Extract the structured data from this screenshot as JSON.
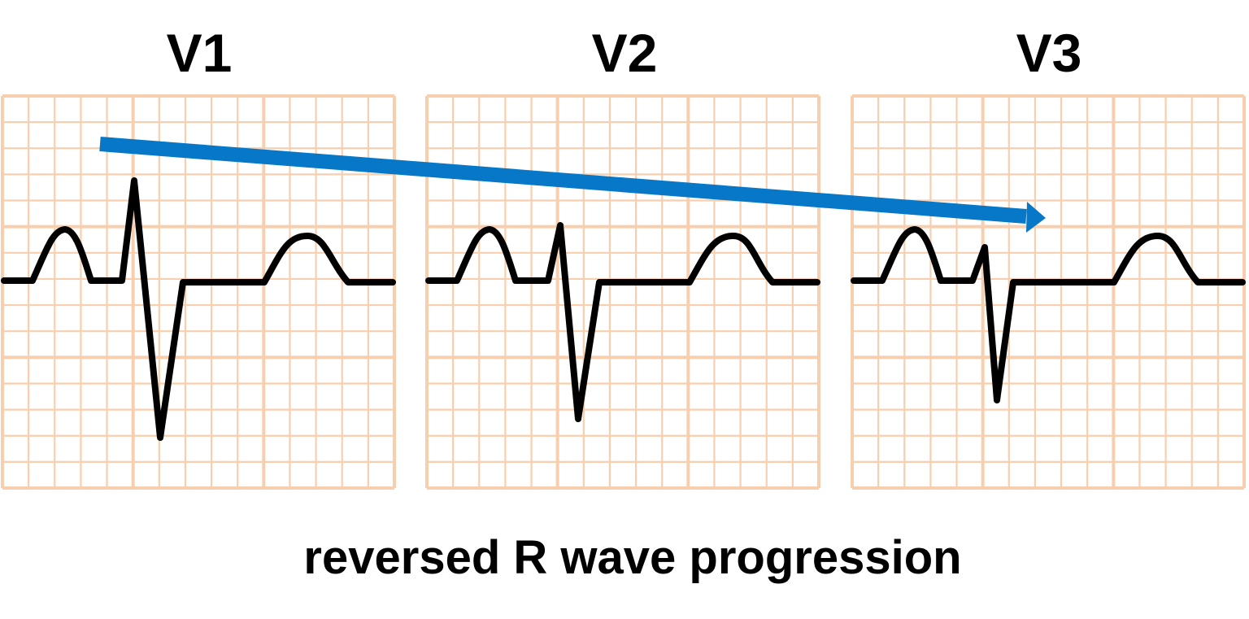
{
  "leads": [
    {
      "label": "V1"
    },
    {
      "label": "V2"
    },
    {
      "label": "V3"
    }
  ],
  "caption": "reversed R wave progression",
  "colors": {
    "grid": "#f8cfae",
    "trace": "#000000",
    "arrow": "#0778c8",
    "background": "#ffffff"
  }
}
